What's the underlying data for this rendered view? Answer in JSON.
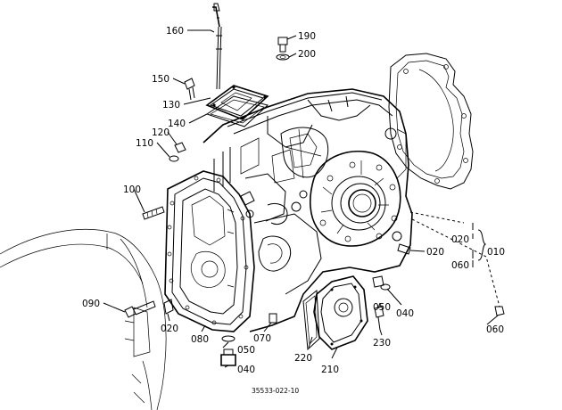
{
  "labels": {
    "p160": "160",
    "p190": "190",
    "p200": "200",
    "p150": "150",
    "p130": "130",
    "p140": "140",
    "p120": "120",
    "p110": "110",
    "p100": "100",
    "p020_right": "020",
    "p020_group": "020",
    "p060_group": "060",
    "p010": "010",
    "p060_right": "060",
    "p090": "090",
    "p020_left": "020",
    "p080": "080",
    "p070": "070",
    "p050_center": "050",
    "p040_center": "040",
    "p050_right": "050",
    "p040_right": "040",
    "p230": "230",
    "p220": "220",
    "p210": "210"
  },
  "caption": "35533-022-10"
}
